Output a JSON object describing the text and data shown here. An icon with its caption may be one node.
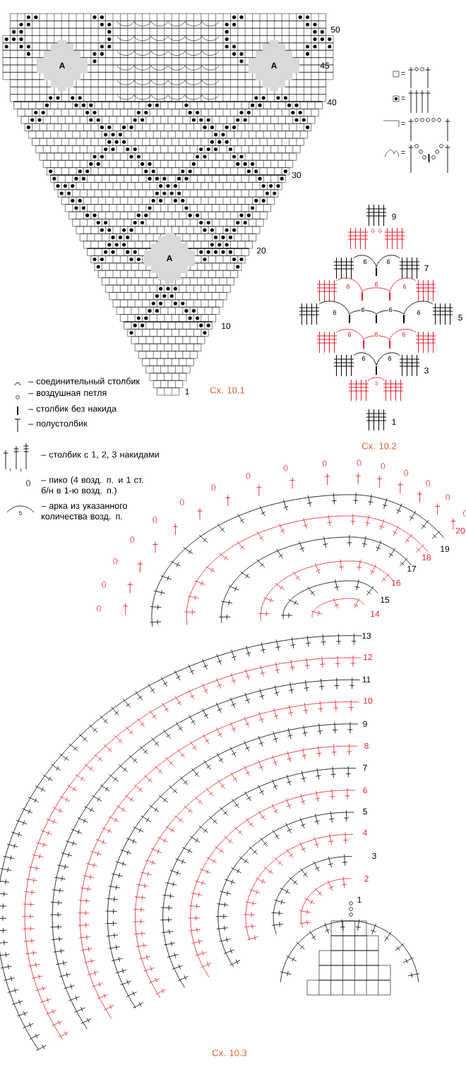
{
  "diagram": {
    "labels": [
      "50",
      "A",
      "A",
      "45",
      "40",
      "30",
      "20",
      "A",
      "10",
      "1",
      "Сх. 10.1",
      "=",
      "=",
      "=",
      "=",
      "9",
      "6",
      "6",
      "7",
      "6",
      "6",
      "6",
      "6",
      "6",
      "6",
      "6",
      "5",
      "6",
      "6",
      "6",
      "6",
      "6",
      "3",
      "3",
      "1",
      "Сх. 10.2",
      "5",
      "20",
      "19",
      "18",
      "17",
      "16",
      "15",
      "14",
      "13",
      "12",
      "11",
      "10",
      "9",
      "8",
      "7",
      "6",
      "5",
      "4",
      "3",
      "2",
      "1",
      "Сх. 10.3"
    ],
    "legend": [
      {
        "text": "– соединительный столбик"
      },
      {
        "text": "– воздушная петля"
      },
      {
        "text": "– столбик без накида"
      },
      {
        "text": "– полустолбик"
      },
      {
        "text": "– столбик с 1, 2, 3 накидами"
      },
      {
        "text": "– пико (4 возд. п. и 1 ст. б/н в 1-ю возд. п.)"
      },
      {
        "text": "– арка из указанного количества возд. п."
      }
    ]
  }
}
